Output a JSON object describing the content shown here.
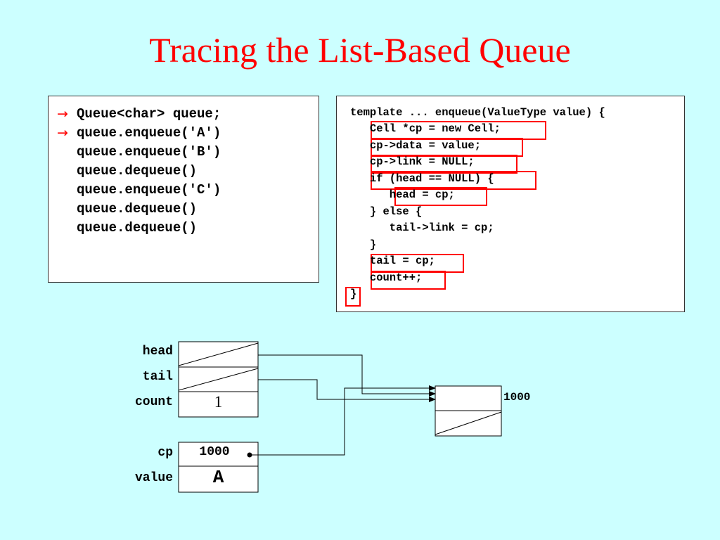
{
  "title": "Tracing the List-Based Queue",
  "client_code": [
    "Queue<char> queue;",
    "queue.enqueue('A')",
    "queue.enqueue('B')",
    "queue.dequeue()",
    "queue.enqueue('C')",
    "queue.dequeue()",
    "queue.dequeue()"
  ],
  "arrow_glyph": "→",
  "arrow_lines": [
    1,
    2
  ],
  "method_code": [
    "template ... enqueue(ValueType value) {",
    "   Cell *cp = new Cell;",
    "   cp->data = value;",
    "   cp->link = NULL;",
    "   if (head == NULL) {",
    "      head = cp;",
    "   } else {",
    "      tail->link = cp;",
    "   }",
    "   tail = cp;",
    "   count++;",
    "}"
  ],
  "highlighted_lines": [
    1,
    2,
    3,
    4,
    5,
    9,
    10,
    11
  ],
  "highlight_color": "#ff0000",
  "background_color": "#ccffff",
  "diagram": {
    "labels": {
      "head": "head",
      "tail": "tail",
      "count": "count",
      "cp": "cp",
      "value": "value"
    },
    "count_value": "1",
    "cp_value": "1000",
    "value_value": "A",
    "cell_address": "1000"
  }
}
